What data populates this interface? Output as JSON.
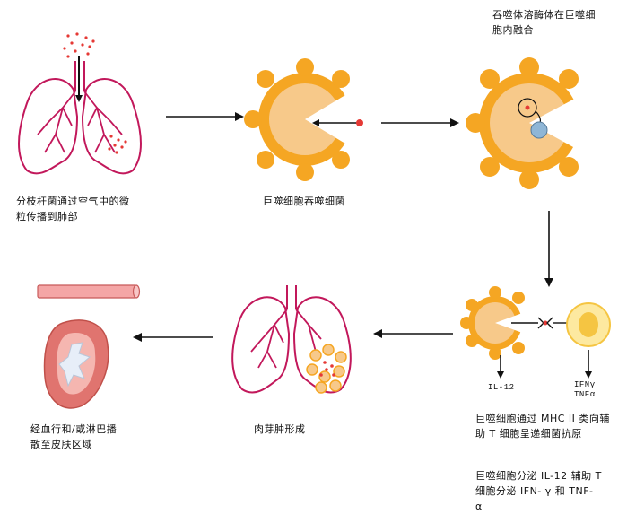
{
  "steps": {
    "inhale": "分枝杆菌通过空气中的微\n粒传播到肺部",
    "phagocytosis": "巨噬细胞吞噬细菌",
    "fusion": "吞噬体溶酶体在巨噬细\n胞内融合",
    "presentation": "巨噬细胞通过 MHC II 类向辅\n助 T 细胞呈递细菌抗原",
    "cytokines": "巨噬细胞分泌 IL-12 辅助 T\n细胞分泌 IFN- γ 和 TNF-\nα",
    "granuloma": "肉芽肿形成",
    "spread": "经血行和/或淋巴播\n散至皮肤区域"
  },
  "cytokine_marks": {
    "il12": "IL-12",
    "ifn": "IFNγ",
    "tnf": "TNFα"
  },
  "colors": {
    "lung_outline": "#c2185b",
    "lung_vessel": "#c2185b",
    "bacteria": "#e53935",
    "macrophage_body": "#f7c98a",
    "macrophage_spikes": "#f5a623",
    "phagosome": "#8fb6d6",
    "t_cell": "#fde9a0",
    "t_cell_nucleus": "#f5c542",
    "vessel": "#f4a6a6",
    "node_outer": "#e0746f"
  }
}
